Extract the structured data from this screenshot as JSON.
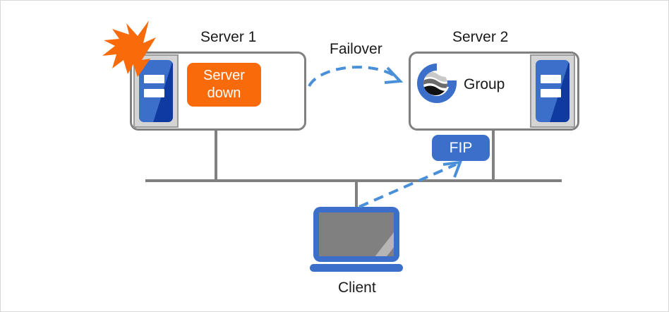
{
  "diagram": {
    "title_server1": "Server 1",
    "title_server2": "Server 2",
    "failover_label": "Failover",
    "group_label": "Group",
    "client_label": "Client",
    "fip_label": "FIP",
    "server_down_line1": "Server",
    "server_down_line2": "down",
    "colors": {
      "brand_blue": "#3b6fc9",
      "deep_blue": "#0f3aa0",
      "alert_orange": "#f96a0a",
      "wire_gray": "#808080",
      "screen_gray": "#808080",
      "frame_gray": "#d4d4d4",
      "text_black": "#1a1a1a",
      "arrow_blue": "#4a90d9",
      "page_border": "#d8d8d8"
    },
    "icons": {
      "burst": "burst-icon",
      "server_machine": "server-machine-icon",
      "group_logo": "group-globe-logo-icon",
      "client": "client-computer-icon",
      "failover_arrow": "failover-arrow-icon",
      "fip_arrow": "fip-takeover-arrow-icon"
    }
  }
}
